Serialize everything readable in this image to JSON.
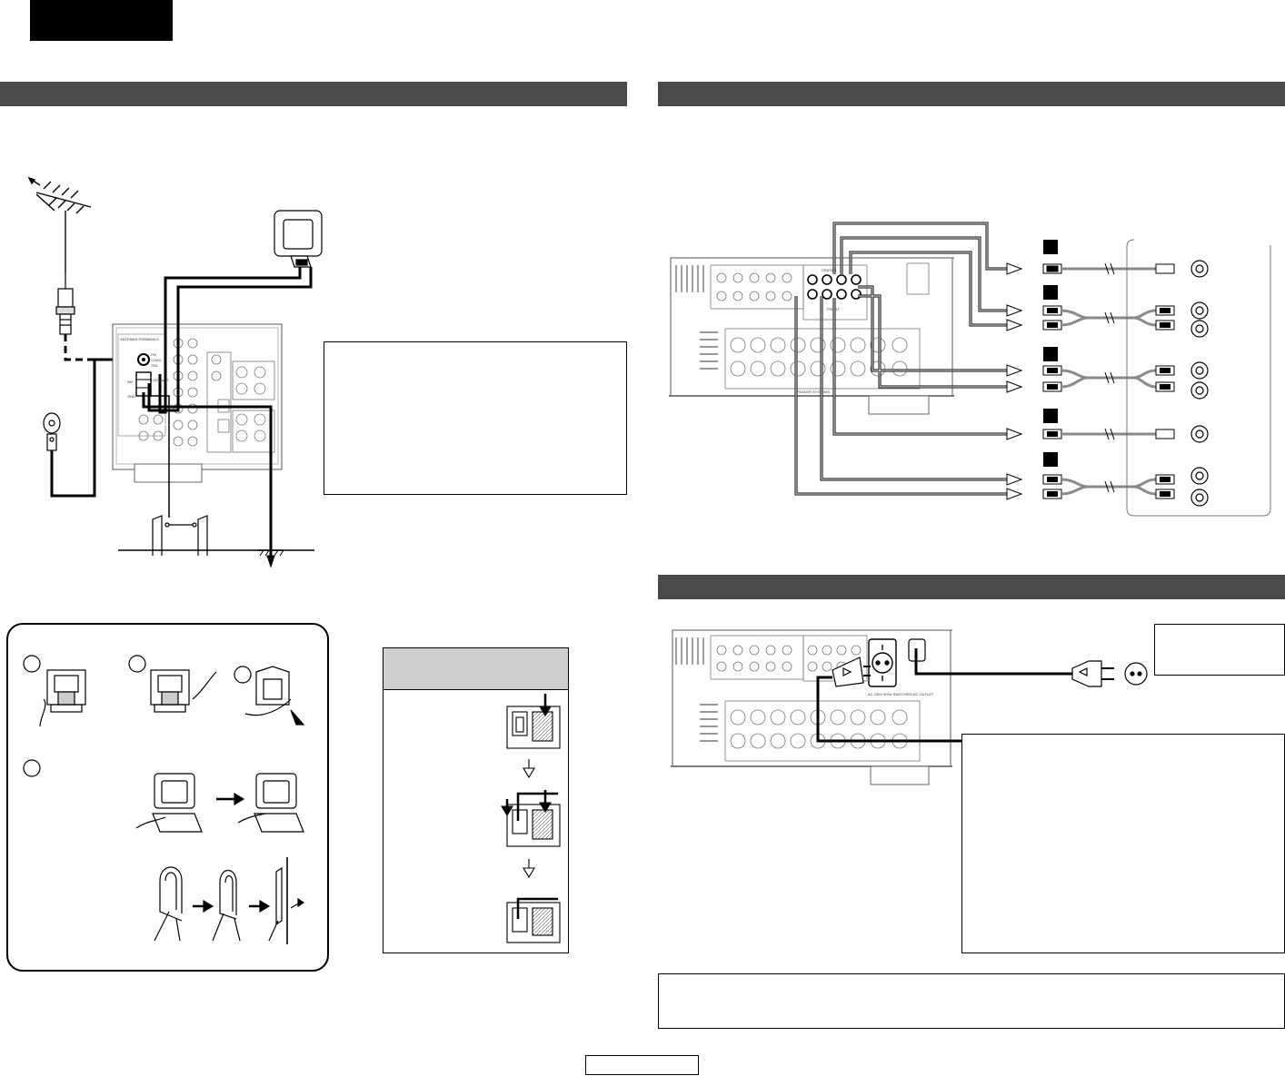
{
  "rear_panel_labels": {
    "antenna_terminals": "ANTENNA TERMINALS",
    "fm_terminal": "FM",
    "fm_coax": "COAX.",
    "fm_ohms": "75Ω",
    "loop_antenna": "LOOP ANT.",
    "am": "AM",
    "gnd": "GND",
    "center": "CENTER",
    "front": "FRONT",
    "speaker_systems": "SPEAKER SYSTEMS",
    "ac_outlet": "AC 230V 50Hz SWITCHED AC OUTLET"
  },
  "colors": {
    "section_bar": "#4a4a4a",
    "black_tab": "#000000",
    "gray_box_header": "#cfcfcf",
    "gray_cable": "#8a8a8a"
  },
  "icons": [
    "fm-antenna-icon",
    "coax-connector-icon",
    "am-loop-antenna-icon",
    "ground-symbol-icon",
    "rca-plug-icon",
    "rca-jack-icon",
    "power-plug-icon",
    "wall-socket-icon",
    "arrow-right-icon",
    "arrow-down-icon"
  ]
}
